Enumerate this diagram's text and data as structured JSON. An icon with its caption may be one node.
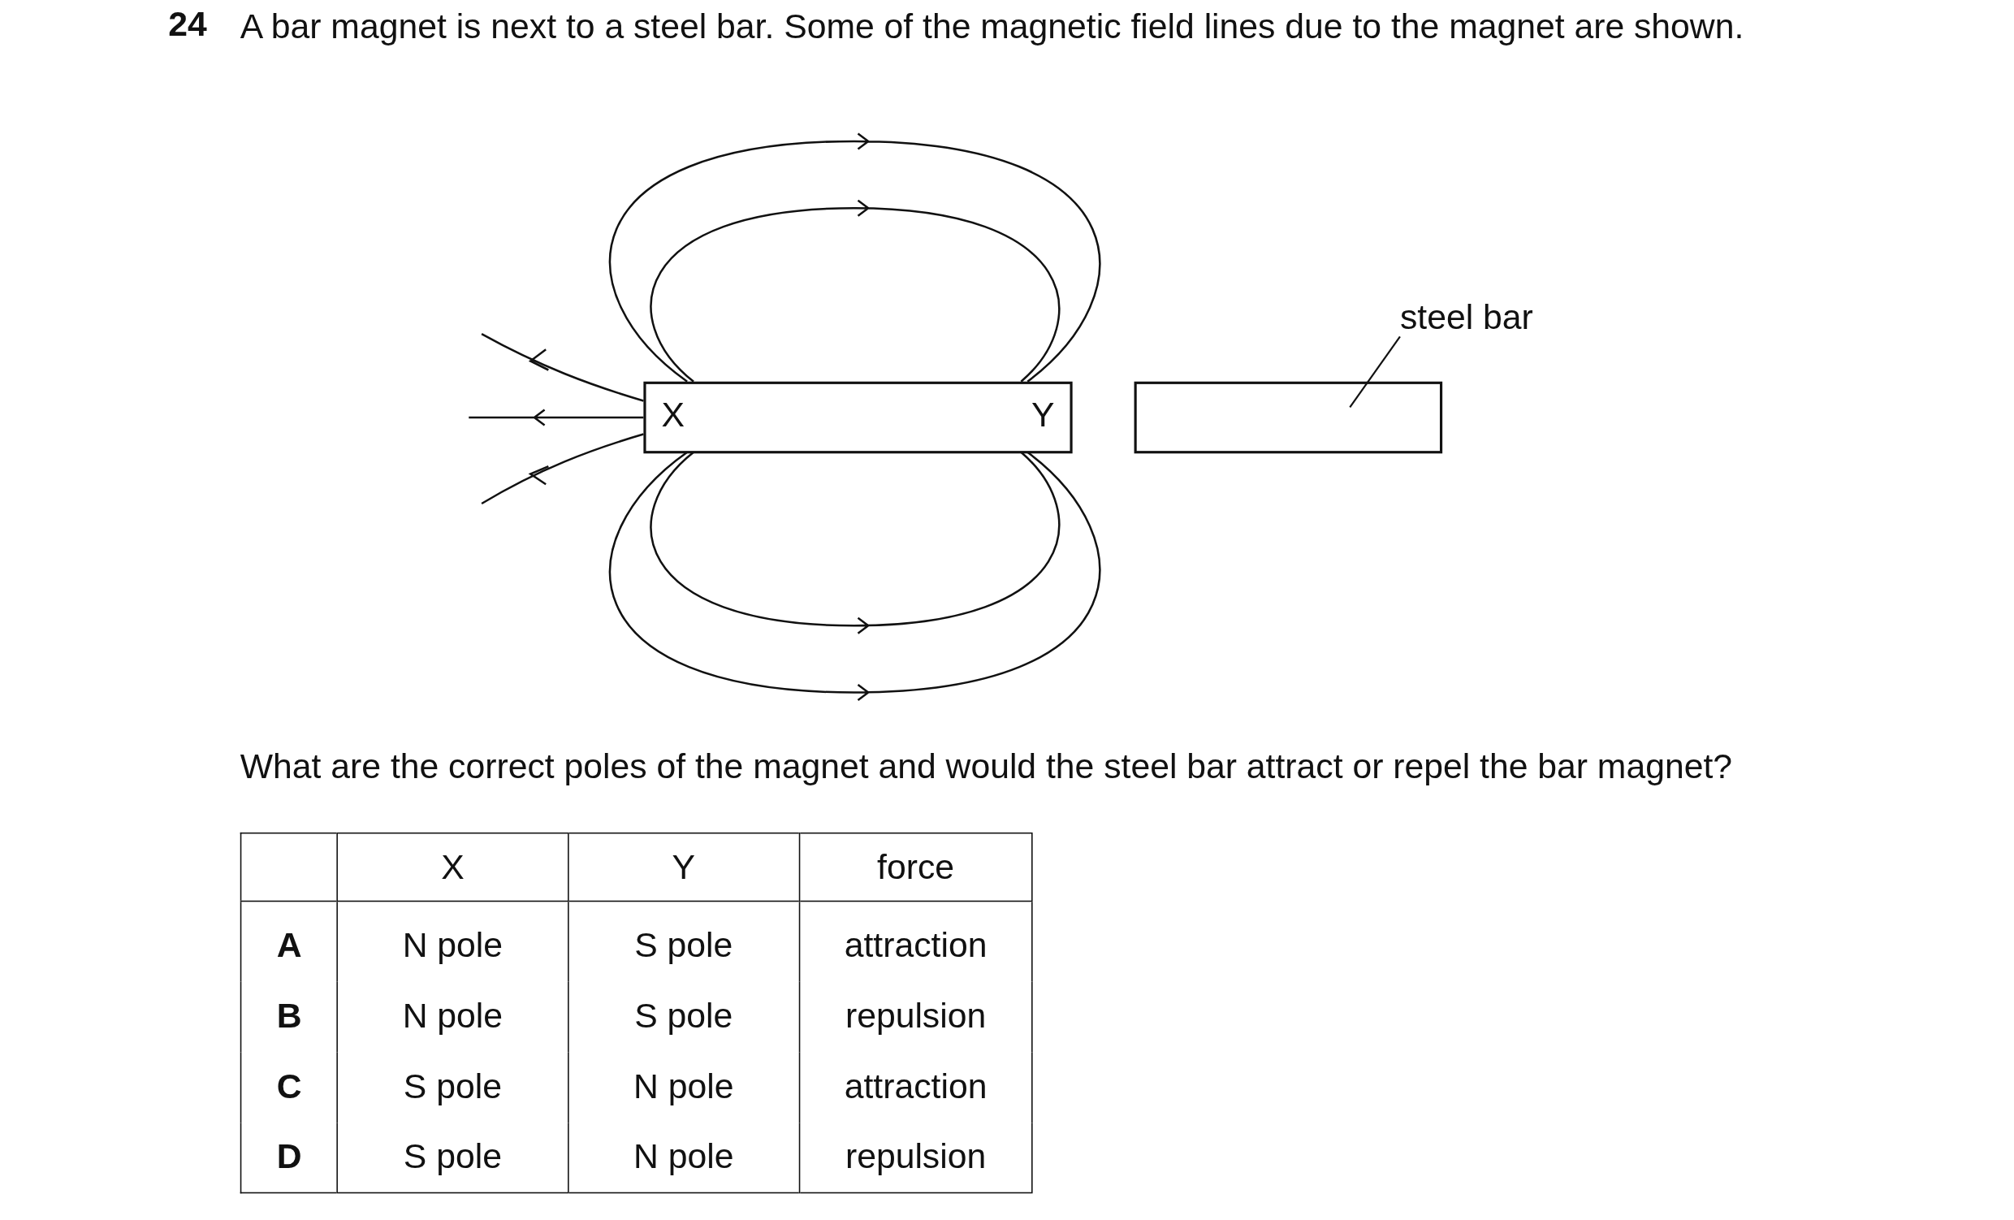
{
  "diagram": {
    "nodes": [
      {
        "text": [
          "X",
          "Y"
        ]
      },
      {
        "text": [],
        "shape": "box"
      },
      {
        "text": [
          "steel bar"
        ]
      }
    ],
    "edges": [
      {
        "from": 2,
        "to": 1,
        "arrow": "none"
      }
    ],
    "labels": [
      "24",
      "A bar magnet is next to a steel bar. Some of the magnetic field lines due to the magnet are shown.",
      "What are the correct poles of the magnet and would the steel bar attract or repel the bar magnet?",
      "X",
      "Y",
      "force",
      "A",
      "N pole",
      "S pole",
      "attraction",
      "B",
      "N pole",
      "S pole",
      "repulsion",
      "C",
      "S pole",
      "N pole",
      "attraction",
      "D",
      "S pole",
      "N pole",
      "repulsion"
    ]
  }
}
